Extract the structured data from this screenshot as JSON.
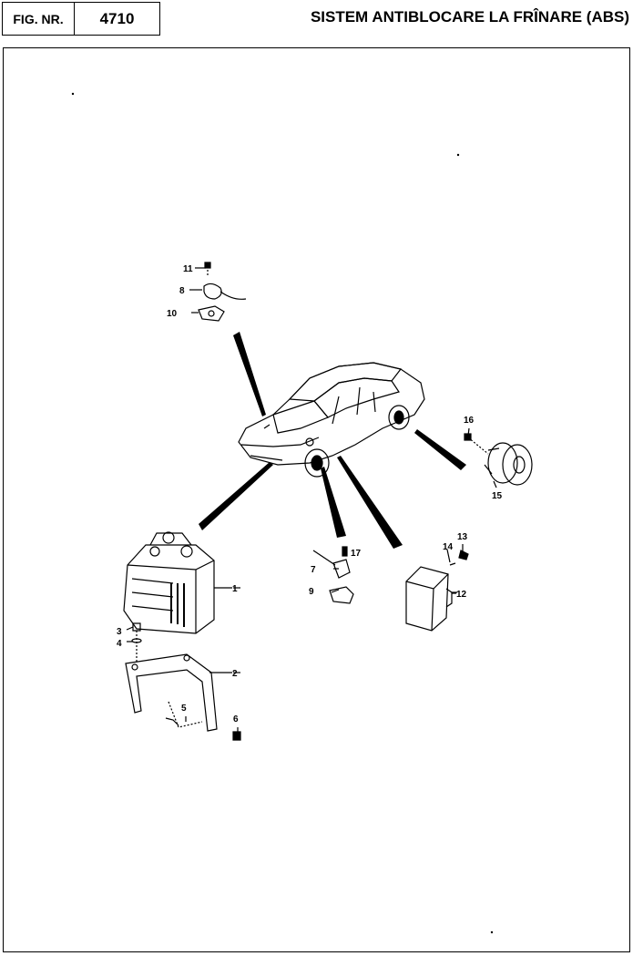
{
  "header": {
    "fig_label": "FIG. NR.",
    "fig_number": "4710",
    "title": "SISTEM ANTIBLOCARE LA FRÎNARE (ABS)"
  },
  "callouts": [
    "1",
    "2",
    "3",
    "4",
    "5",
    "6",
    "7",
    "8",
    "9",
    "10",
    "11",
    "12",
    "13",
    "14",
    "15",
    "16",
    "17"
  ]
}
